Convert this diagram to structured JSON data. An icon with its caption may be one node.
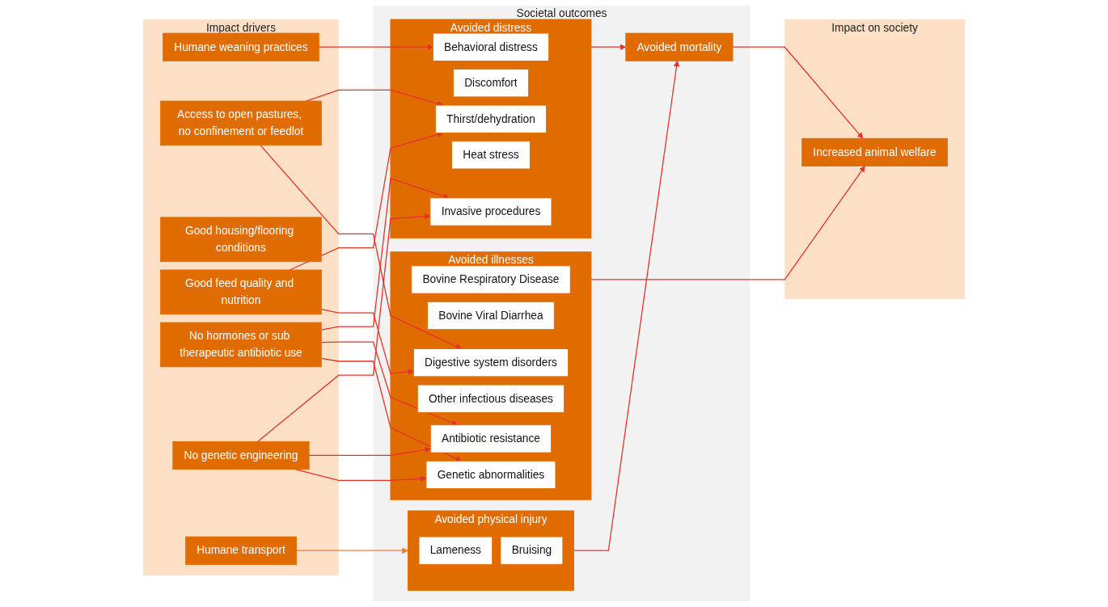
{
  "diagram": {
    "nodes": [
      {
        "text": [
          "Impact drivers"
        ]
      },
      {
        "text": [
          "Humane weaning practices"
        ],
        "in": 0
      },
      {
        "text": [
          "Access to open pastures, no confinement or feedlot"
        ],
        "in": 0
      },
      {
        "text": [
          "Good housing/flooring conditions"
        ],
        "in": 0
      },
      {
        "text": [
          "Good feed quality and nutrition"
        ],
        "in": 0
      },
      {
        "text": [
          "No hormones or sub therapeutic antibiotic use"
        ],
        "in": 0
      },
      {
        "text": [
          "No genetic engineering"
        ],
        "in": 0
      },
      {
        "text": [
          "Humane transport"
        ],
        "in": 0
      },
      {
        "text": [
          "Societal outcomes"
        ]
      },
      {
        "text": [
          "Avoided distress"
        ],
        "in": 8
      },
      {
        "text": [
          "Behavioral distress"
        ],
        "in": 9
      },
      {
        "text": [
          "Discomfort"
        ],
        "in": 9
      },
      {
        "text": [
          "Thirst/dehydration"
        ],
        "in": 9
      },
      {
        "text": [
          "Heat stress"
        ],
        "in": 9
      },
      {
        "text": [
          "Invasive procedures"
        ],
        "in": 9
      },
      {
        "text": [
          "Avoided illnesses"
        ],
        "in": 8
      },
      {
        "text": [
          "Bovine Respiratory Disease"
        ],
        "in": 15
      },
      {
        "text": [
          "Bovine Viral Diarrhea"
        ],
        "in": 15
      },
      {
        "text": [
          "Digestive system disorders"
        ],
        "in": 15
      },
      {
        "text": [
          "Other infectious diseases"
        ],
        "in": 15
      },
      {
        "text": [
          "Antibiotic resistance"
        ],
        "in": 15
      },
      {
        "text": [
          "Genetic abnormalities"
        ],
        "in": 15
      },
      {
        "text": [
          "Avoided physical injury"
        ],
        "in": 8
      },
      {
        "text": [
          "Lameness"
        ],
        "in": 22
      },
      {
        "text": [
          "Bruising"
        ],
        "in": 22
      },
      {
        "text": [
          "Avoided mortality"
        ],
        "in": 8
      },
      {
        "text": [
          "Impact on society"
        ]
      },
      {
        "text": [
          "Increased animal welfare"
        ],
        "in": 26
      }
    ],
    "edges": [
      {
        "from": 1,
        "to": 10,
        "arrow": "to"
      },
      {
        "from": 2,
        "to": 12,
        "arrow": "to"
      },
      {
        "from": 4,
        "to": 12,
        "arrow": "to"
      },
      {
        "from": 2,
        "to": 18,
        "arrow": "to"
      },
      {
        "from": 4,
        "to": 18,
        "arrow": "to"
      },
      {
        "from": 5,
        "to": 14,
        "arrow": "to"
      },
      {
        "from": 6,
        "to": 14,
        "arrow": "to"
      },
      {
        "from": 5,
        "to": 20,
        "arrow": "to"
      },
      {
        "from": 6,
        "to": 20,
        "arrow": "to"
      },
      {
        "from": 5,
        "to": 21,
        "arrow": "to"
      },
      {
        "from": 6,
        "to": 21,
        "arrow": "to"
      },
      {
        "from": 7,
        "to": 22,
        "arrow": "to",
        "color": "#ed7d31"
      },
      {
        "from": 9,
        "to": 25,
        "arrow": "to"
      },
      {
        "from": 22,
        "to": 25,
        "arrow": "to"
      },
      {
        "from": 15,
        "to": 27,
        "arrow": "to"
      },
      {
        "from": 25,
        "to": 27,
        "arrow": "to"
      }
    ]
  }
}
